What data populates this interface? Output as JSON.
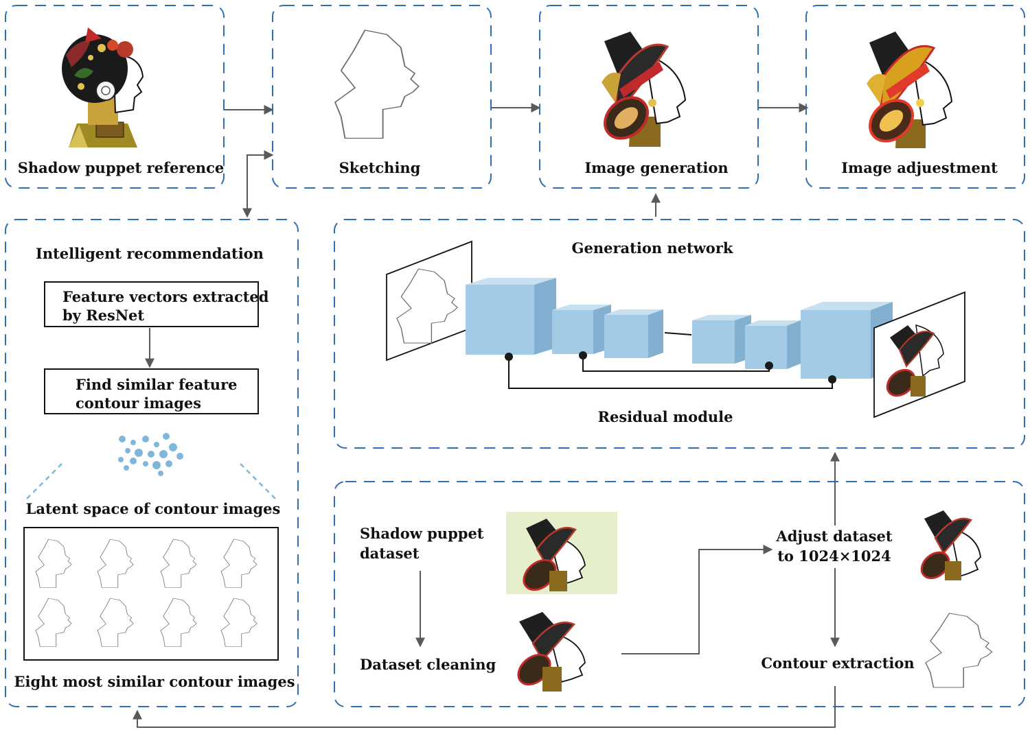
{
  "stages": {
    "reference": "Shadow puppet reference",
    "sketching": "Sketching",
    "generation": "Image generation",
    "adjustment": "Image adjuestment"
  },
  "recommendation": {
    "title": "Intelligent recommendation",
    "step1_line1": "Feature vectors extracted",
    "step1_line2": "by ResNet",
    "step2_line1": "Find similar feature",
    "step2_line2": "contour images",
    "latent_label": "Latent space of contour images",
    "similar_label": "Eight most similar contour images"
  },
  "network": {
    "title": "Generation  network",
    "residual_label": "Residual module"
  },
  "dataset": {
    "source_line1": "Shadow puppet",
    "source_line2": "dataset",
    "cleaning": "Dataset cleaning",
    "adjust_line1": "Adjust dataset",
    "adjust_line2": "to 1024×1024",
    "contour": "Contour extraction"
  },
  "colors": {
    "panel_border": "#2f6db4",
    "arrow": "#595959",
    "cube_blue": "#a3cbe6",
    "dots": "#7fb6dc"
  }
}
